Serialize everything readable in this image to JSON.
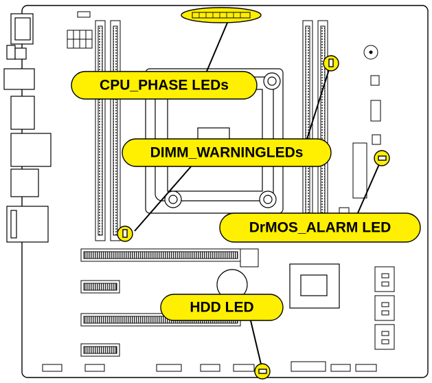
{
  "diagram": {
    "subject": "motherboard layout",
    "colors": {
      "callout_fill": "#ffef00",
      "callout_stroke": "#000000",
      "board_stroke": "#000000",
      "board_fill": "#ffffff",
      "slot_fill": "#dcdcdc"
    },
    "callouts": [
      {
        "id": "cpu-phase",
        "label": "CPU_PHASE LEDs"
      },
      {
        "id": "dimm-warning",
        "label": "DIMM_WARNINGLEDs"
      },
      {
        "id": "drmos-alarm",
        "label": "DrMOS_ALARM LED"
      },
      {
        "id": "hdd",
        "label": "HDD LED"
      }
    ]
  }
}
